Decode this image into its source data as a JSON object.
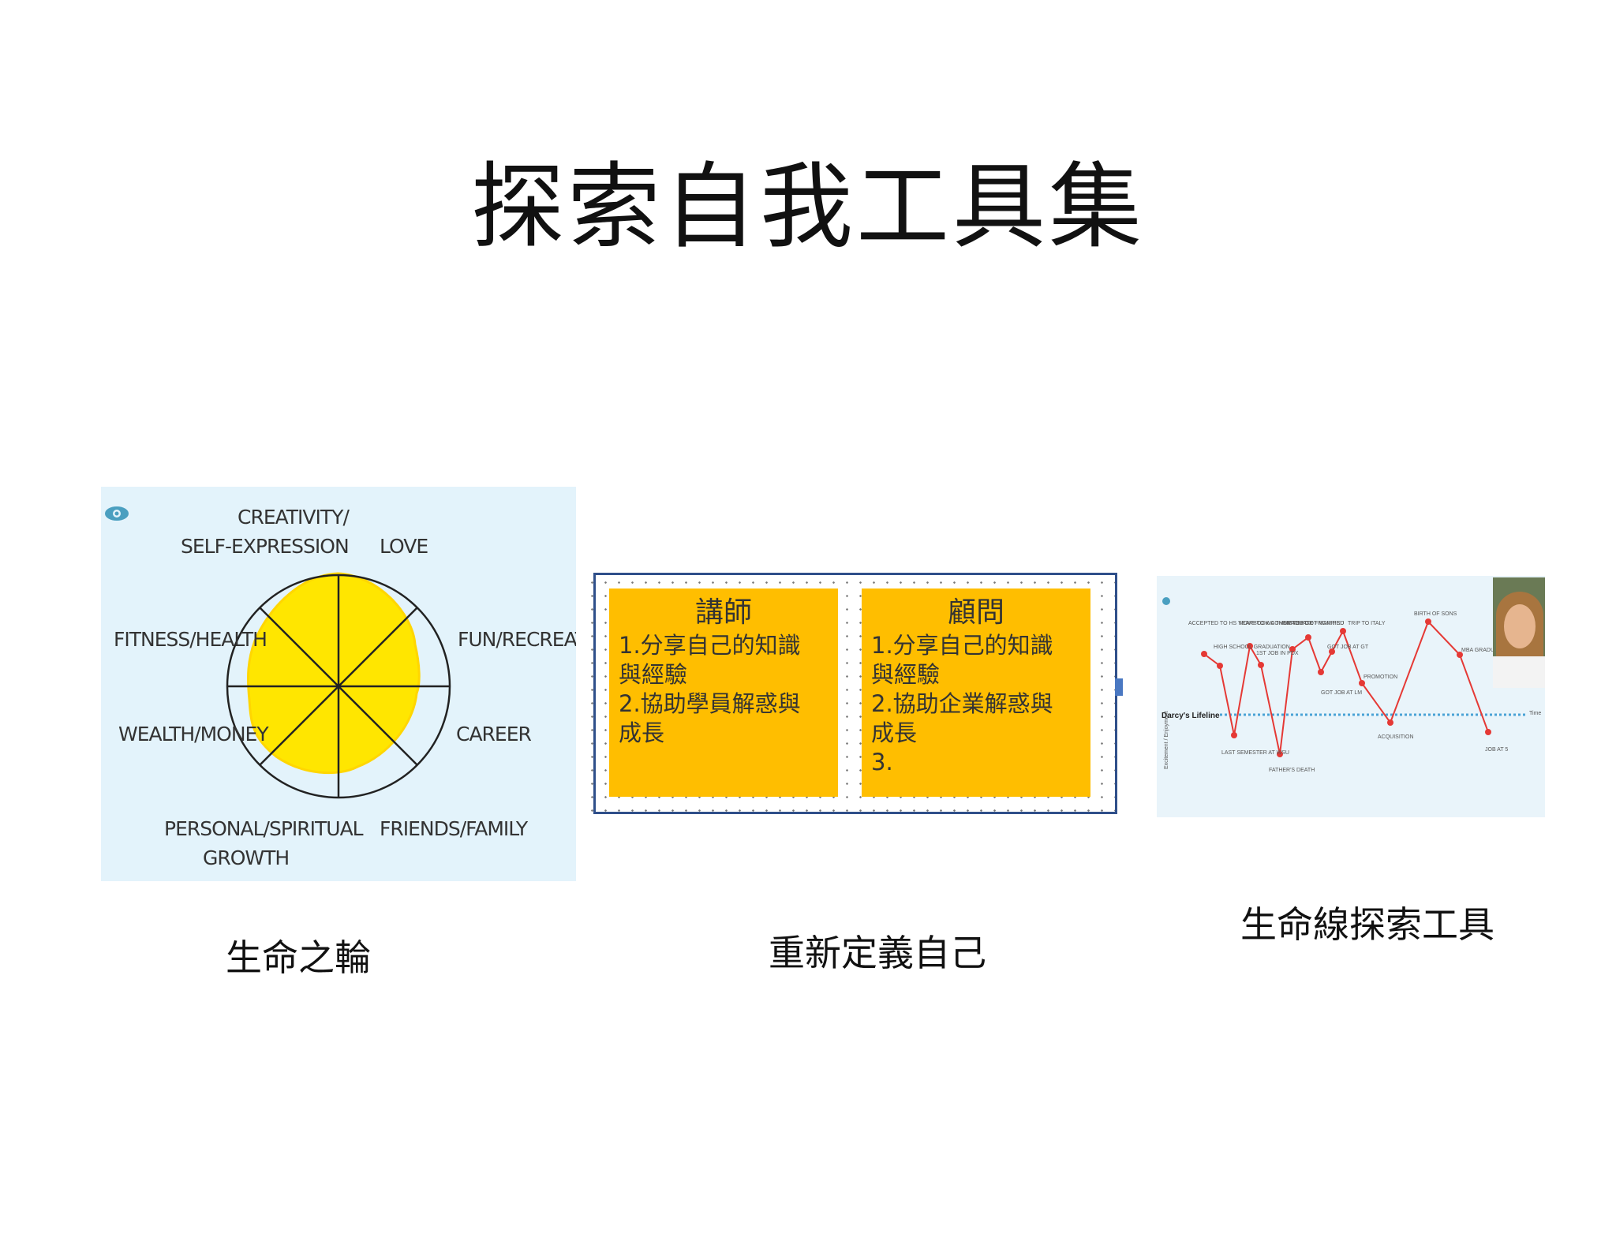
{
  "title": "探索自我工具集",
  "wheel": {
    "caption": "生命之輪",
    "labels": {
      "creativity_1": "CREATIVITY/",
      "creativity_2": "SELF-EXPRESSION",
      "love": "LOVE",
      "fun": "FUN/RECREATION",
      "career": "CAREER",
      "friends": "FRIENDS/FAMILY",
      "personal_1": "PERSONAL/SPIRITUAL",
      "personal_2": "GROWTH",
      "wealth": "WEALTH/MONEY",
      "fitness": "FITNESS/HEALTH"
    },
    "fill_color": "#ffe600",
    "accent": "#4a9fc0"
  },
  "redefine": {
    "caption": "重新定義自己",
    "left": {
      "heading": "講師",
      "lines": [
        "1.分享自己的知識",
        "與經驗",
        "2.協助學員解惑與",
        "成長"
      ]
    },
    "right": {
      "heading": "顧問",
      "lines": [
        "1.分享自己的知識",
        "與經驗",
        "2.協助企業解惑與",
        "成長",
        "3."
      ]
    },
    "box_color": "#ffbe00"
  },
  "lifeline": {
    "caption": "生命線探索工具",
    "name_label": "Darcy's Lifeline",
    "y_axis": "Excitement / Enjoyment",
    "x_axis": "Time",
    "line_color": "#e53935",
    "events": [
      "ACCEPTED TO HS YEARBOOK COMMITTEE",
      "HIGH SCHOOL GRADUATION",
      "LAST SEMESTER AT WSU",
      "MOVE TO WA THEN TO PDX",
      "1ST JOB IN PDX",
      "FATHER'S DEATH",
      "GRADUATE FROM PSU",
      "GOT MARRIED",
      "GOT JOB AT GT",
      "GOT JOB AT LM",
      "TRIP TO ITALY",
      "PROMOTION",
      "ACQUISITION",
      "BIRTH OF SONS",
      "MBA GRADUATION",
      "JOB AT 5"
    ]
  }
}
